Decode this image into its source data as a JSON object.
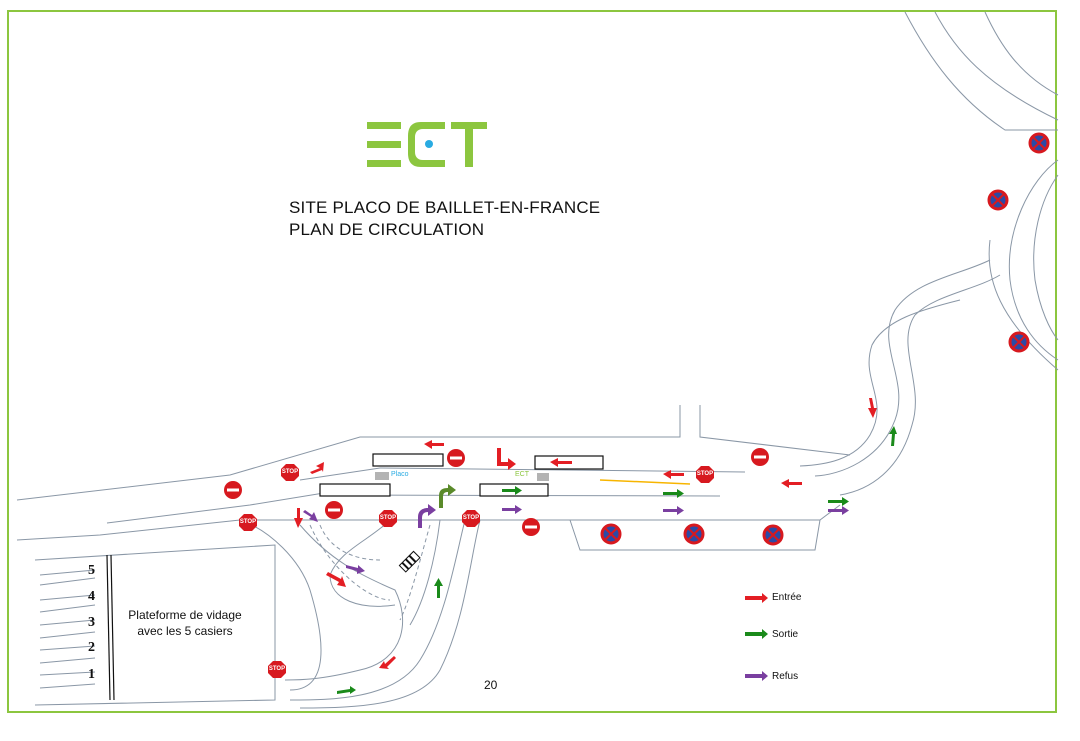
{
  "logo": {
    "text": "ECT",
    "color": "#8cc63f",
    "dot_color": "#29abe2"
  },
  "title": {
    "line1": "SITE PLACO DE BAILLET-EN-FRANCE",
    "line2": "PLAN DE CIRCULATION"
  },
  "platform": {
    "label_line1": "Plateforme de vidage",
    "label_line2": "avec les 5 casiers",
    "casiers": [
      "5",
      "4",
      "3",
      "2",
      "1"
    ]
  },
  "signs": {
    "stop_text": "STOP"
  },
  "booths": {
    "placo_label": "Placo",
    "ect_label": "ECT"
  },
  "legend": [
    {
      "label": "Entrée",
      "color": "#e31e24"
    },
    {
      "label": "Sortie",
      "color": "#1a8a1a"
    },
    {
      "label": "Refus",
      "color": "#7a3fa0"
    }
  ],
  "page_number": "20",
  "colors": {
    "frame": "#8cc63f",
    "road": "#8a97a6",
    "entree": "#e31e24",
    "sortie": "#1a8a1a",
    "refus": "#7a3fa0",
    "sign_red": "#d7191f",
    "no_parking_blue": "#2b4aa6"
  }
}
